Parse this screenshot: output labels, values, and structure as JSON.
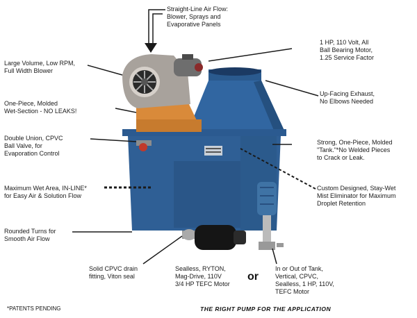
{
  "callouts": {
    "airflow": "Straight-Line Air Flow:\nBlower, Sprays and\nEvaporative Panels",
    "motor": "1 HP, 110 Volt, All\nBall Bearing Motor,\n1.25 Service Factor",
    "blower": "Large Volume, Low RPM,\nFull Width Blower",
    "exhaust": "Up-Facing Exhaust,\nNo Elbows Needed",
    "wet_section": "One-Piece, Molded\nWet-Section - NO LEAKS!",
    "valve": "Double Union, CPVC\nBall Valve, for\nEvaporation Control",
    "tank": "Strong, One-Piece, Molded\n\"Tank.\"*No Welded Pieces\nto Crack or Leak.",
    "wet_area": "Maximum Wet Area, IN-LINE*\nfor Easy Air & Solution Flow",
    "mist": "Custom Designed, Stay-Wet\nMist Eliminator for Maximum\nDroplet Retention",
    "turns": "Rounded Turns for\nSmooth Air Flow",
    "drain": "Solid CPVC drain\nfitting, Viton seal",
    "pump_a": "Sealless, RYTON,\nMag-Drive, 110V\n3/4 HP TEFC Motor",
    "or": "or",
    "pump_b": "In or Out of Tank,\nVertical, CPVC,\nSealless, 1 HP, 110V,\nTEFC Motor"
  },
  "footer": {
    "patents": "*PATENTS PENDING",
    "slogan": "THE RIGHT PUMP FOR THE APPLICATION"
  },
  "colors": {
    "tank_blue": "#2f5f95",
    "tank_dark": "#1f4474",
    "tank_light": "#3b70aa",
    "orange": "#d98a3a",
    "blower_grey": "#a8a29c",
    "motor_grey": "#6e6e6e"
  }
}
